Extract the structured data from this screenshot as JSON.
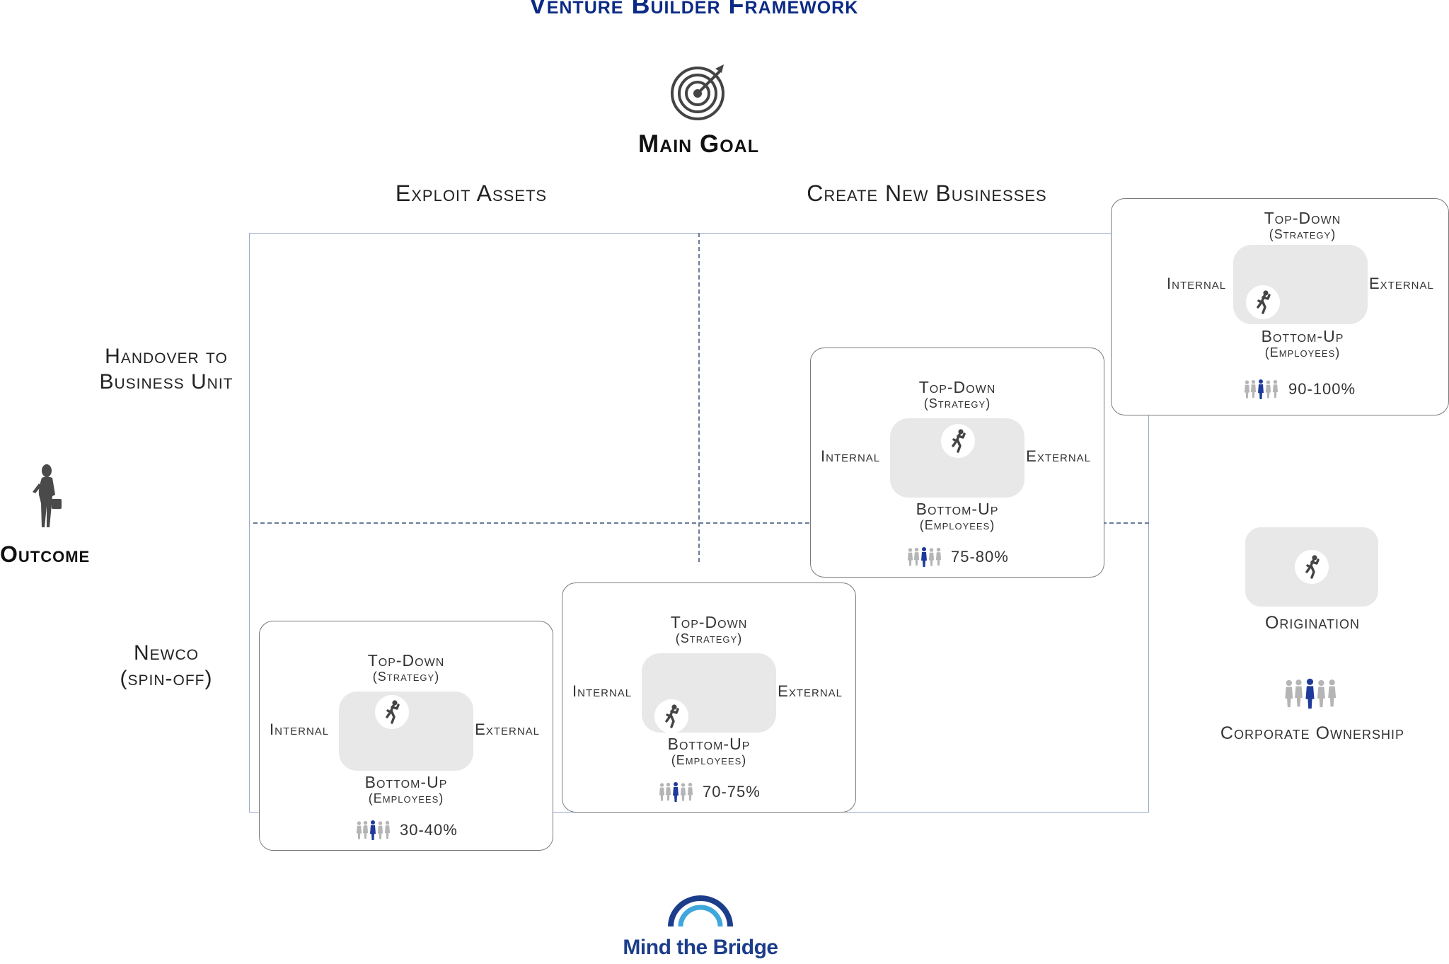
{
  "title": "Venture Builder Framework",
  "main_goal": {
    "label": "Main Goal",
    "icon": "target-icon"
  },
  "columns": [
    "Exploit Assets",
    "Create New Businesses"
  ],
  "rows": [
    {
      "line1": "Handover to",
      "line2": "Business Unit"
    },
    {
      "line1": "Newco",
      "line2": "(spin-off)"
    }
  ],
  "outcome": {
    "label": "Outcome",
    "icon": "businesswoman-icon"
  },
  "cards": [
    {
      "top": "Top-Down",
      "top_sub": "(Strategy)",
      "bottom": "Bottom-Up",
      "bottom_sub": "(Employees)",
      "internal": "Internal",
      "external": "External",
      "ownership": "30-40%",
      "ownership_fraction": 0.35
    },
    {
      "top": "Top-Down",
      "top_sub": "(Strategy)",
      "bottom": "Bottom-Up",
      "bottom_sub": "(Employees)",
      "internal": "Internal",
      "external": "External",
      "ownership": "70-75%",
      "ownership_fraction": 0.725
    },
    {
      "top": "Top-Down",
      "top_sub": "(Strategy)",
      "bottom": "Bottom-Up",
      "bottom_sub": "(Employees)",
      "internal": "Internal",
      "external": "External",
      "ownership": "75-80%",
      "ownership_fraction": 0.775
    },
    {
      "top": "Top-Down",
      "top_sub": "(Strategy)",
      "bottom": "Bottom-Up",
      "bottom_sub": "(Employees)",
      "internal": "Internal",
      "external": "External",
      "ownership": "90-100%",
      "ownership_fraction": 0.95
    }
  ],
  "legend": {
    "origination": "Origination",
    "corporate_ownership": "Corporate Ownership"
  },
  "logo": {
    "text": "Mind the Bridge"
  },
  "colors": {
    "title": "#0b2a85",
    "frame": "#9aaad0",
    "dash": "#6a7c99",
    "inner_box": "#e8e8e8",
    "figure": "#444444",
    "people_highlight": "#1f3a9a",
    "people_gray": "#b5b5b5",
    "logo_dark": "#1c3d8a",
    "logo_light": "#3fa7dc"
  }
}
